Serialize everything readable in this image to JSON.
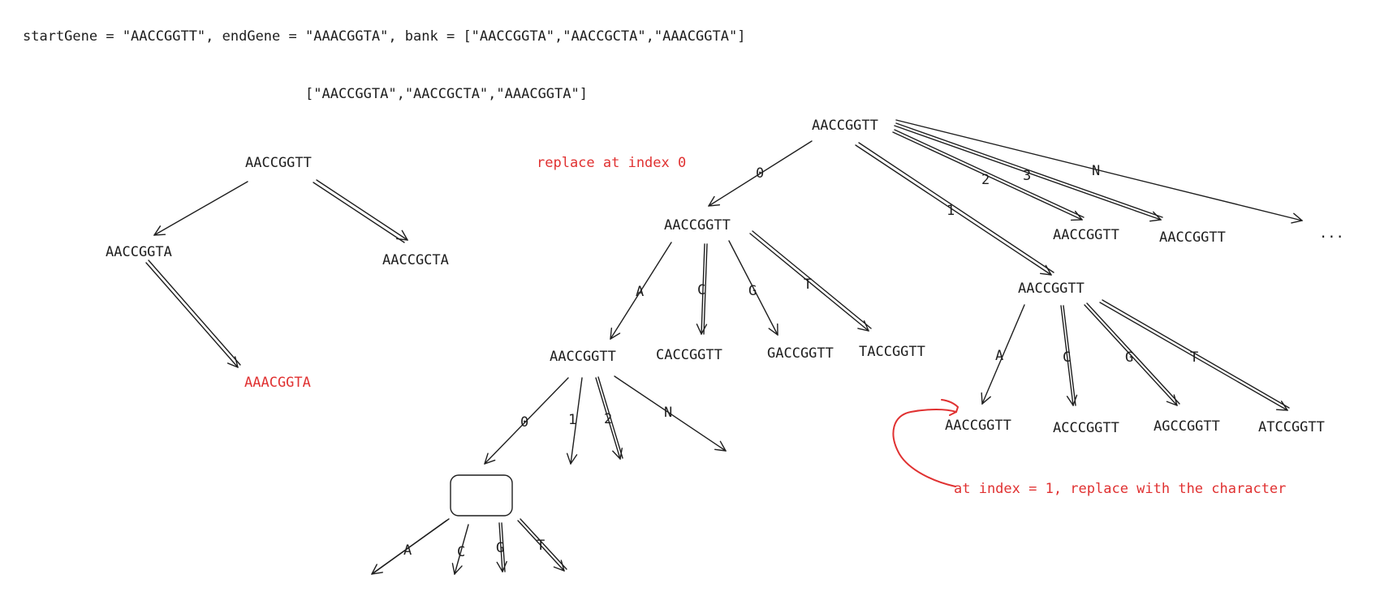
{
  "header": "startGene = \"AACCGGTT\", endGene = \"AAACGGTA\", bank = [\"AACCGGTA\",\"AACCGCTA\",\"AAACGGTA\"]",
  "bank_label": "[\"AACCGGTA\",\"AACCGCTA\",\"AAACGGTA\"]",
  "left_tree": {
    "root": "AACCGGTT",
    "left_child": "AACCGGTA",
    "right_child": "AACCGCTA",
    "goal": "AAACGGTA"
  },
  "replace_note": "replace at index 0",
  "right_tree": {
    "root": "AACCGGTT",
    "edge_0": "0",
    "edge_1": "1",
    "edge_2": "2",
    "edge_3": "3",
    "edge_n": "N",
    "idx2_node": "AACCGGTT",
    "idx3_node": "AACCGGTT",
    "ellipsis": "...",
    "idx0_node": "AACCGGTT",
    "idx0_children": {
      "a_label": "A",
      "c_label": "C",
      "g_label": "G",
      "t_label": "T",
      "a_node": "AACCGGTT",
      "c_node": "CACCGGTT",
      "g_node": "GACCGGTT",
      "t_node": "TACCGGTT"
    },
    "deep": {
      "edge_0": "0",
      "edge_1": "1",
      "edge_2": "2",
      "edge_n": "N",
      "a_label": "A",
      "c_label": "C",
      "g_label": "G",
      "t_label": "T"
    },
    "idx1_node": "AACCGGTT",
    "idx1_children": {
      "a_label": "A",
      "c_label": "C",
      "g_label": "G",
      "t_label": "T",
      "a_node": "AACCGGTT",
      "c_node": "ACCCGGTT",
      "g_node": "AGCCGGTT",
      "t_node": "ATCCGGTT"
    },
    "index_note": "at index = 1, replace with the character"
  },
  "colors": {
    "ink": "#1e1e1e",
    "accent": "#e03131"
  }
}
